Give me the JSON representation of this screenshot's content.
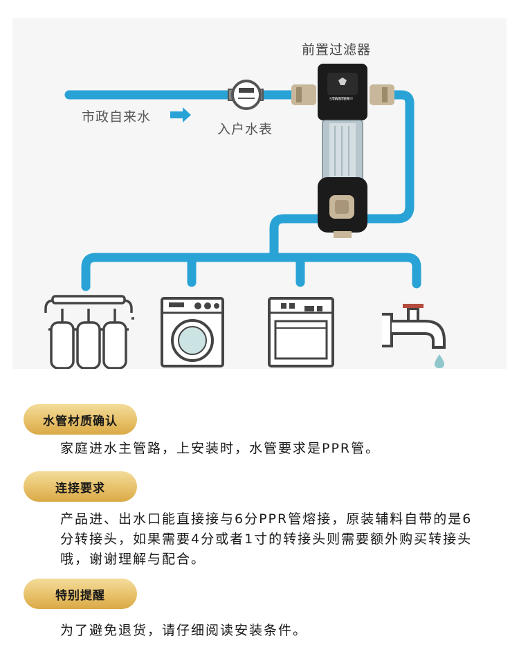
{
  "diagram": {
    "labels": {
      "pre_filter": "前置过滤器",
      "city_water": "市政自来水",
      "water_meter": "入户水表"
    },
    "filter_brand": "STWSTER",
    "pipe_color": "#29a3d6",
    "icon_names": [
      "ro-purifier-icon",
      "washing-machine-icon",
      "dishwasher-icon",
      "faucet-icon"
    ]
  },
  "sections": [
    {
      "title": "水管材质确认",
      "text": "家庭进水主管路，上安装时，水管要求是PPR管。"
    },
    {
      "title": "连接要求",
      "text": "产品进、出水口能直接接与6分PPR管熔接，原装辅料自带的是6分转接头，如果需要4分或者1寸的转接头则需要额外购买转接头哦，谢谢理解与配合。"
    },
    {
      "title": "特别提醒",
      "text": "为了避免退货，请仔细阅读安装条件。"
    }
  ]
}
